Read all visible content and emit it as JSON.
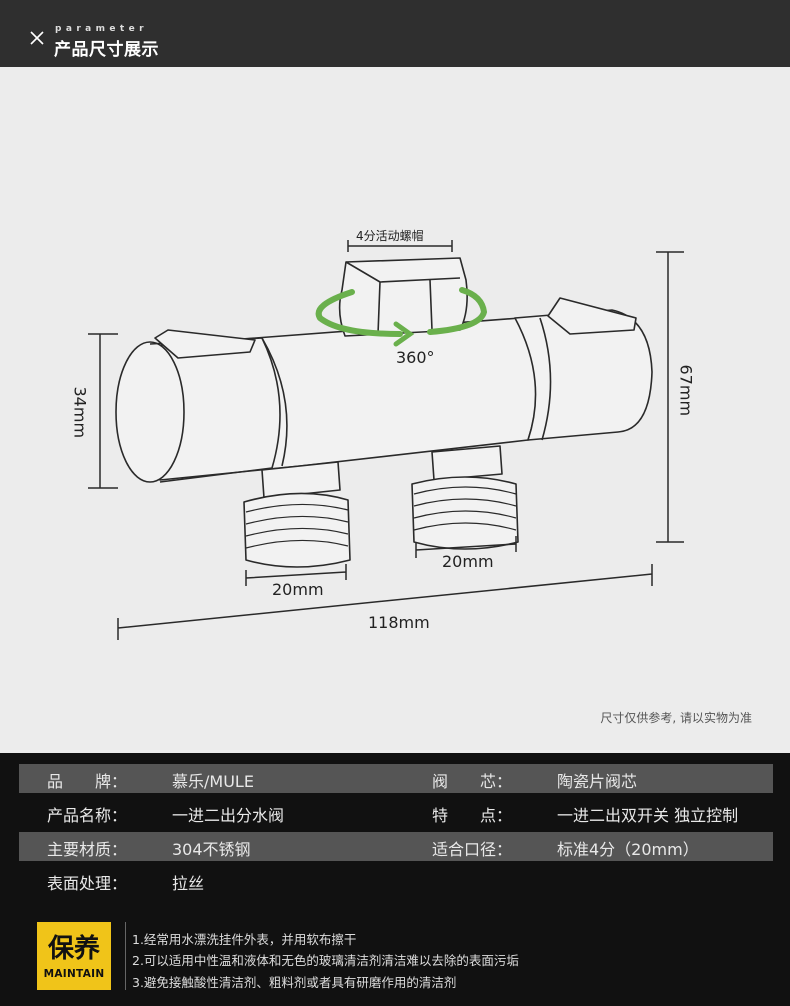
{
  "header": {
    "sub": "parameter",
    "title": "产品尺寸展示",
    "close_icon": "close-icon"
  },
  "figure": {
    "labels": {
      "nut": "4分活动螺帽",
      "rotation": "360°",
      "height": "34mm",
      "total_height": "67mm",
      "outlet_left": "20mm",
      "outlet_right": "20mm",
      "length": "118mm"
    },
    "note": "尺寸仅供参考, 请以实物为准",
    "colors": {
      "arrow": "#6ab04c",
      "line": "#2a2a2a"
    }
  },
  "specs": [
    {
      "k1": "品　　牌：",
      "v1": "慕乐/MULE",
      "k2": "阀　　芯：",
      "v2": "陶瓷片阀芯",
      "shade": true
    },
    {
      "k1": "产品名称：",
      "v1": "一进二出分水阀",
      "k2": "特　　点：",
      "v2": "一进二出双开关 独立控制",
      "shade": false
    },
    {
      "k1": "主要材质：",
      "v1": "304不锈钢",
      "k2": "适合口径：",
      "v2": "标准4分（20mm）",
      "shade": true
    },
    {
      "k1": "表面处理：",
      "v1": "拉丝",
      "k2": "",
      "v2": "",
      "shade": false
    }
  ],
  "maintenance": {
    "badge_cn": "保养",
    "badge_en": "MAINTAIN",
    "items": [
      "1.经常用水漂洗挂件外表，并用软布擦干",
      "2.可以适用中性温和液体和无色的玻璃清洁剂清洁难以去除的表面污垢",
      "3.避免接触酸性清洁剂、粗料剂或者具有研磨作用的清洁剂"
    ],
    "accent": "#f0c419"
  }
}
